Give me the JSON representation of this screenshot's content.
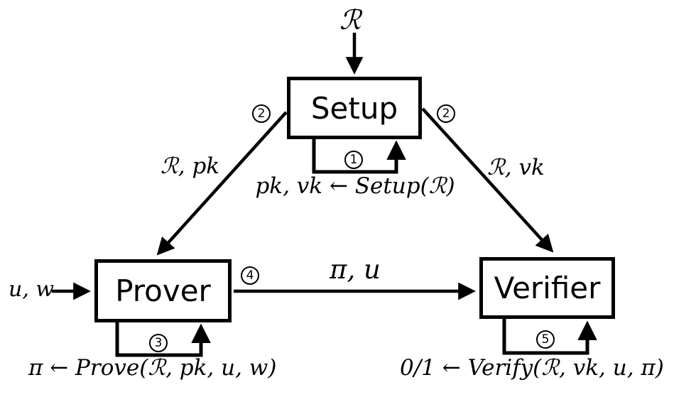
{
  "nodes": {
    "setup": "Setup",
    "prover": "Prover",
    "verifier": "Verifier"
  },
  "labels": {
    "relation_input": "ℛ",
    "setup_to_prover": "ℛ, pk",
    "setup_to_verifier": "ℛ, vk",
    "setup_loop": "pk, vk ← Setup(ℛ)",
    "prover_input": "u, w",
    "prover_to_verifier": "π, u",
    "prover_loop": "π ← Prove(ℛ, pk, u, w)",
    "verifier_loop": "0/1 ← Verify(ℛ, vk, u, π)"
  },
  "steps": {
    "setup_run": "1",
    "distribute_pk": "2",
    "distribute_vk": "2",
    "prove_run": "3",
    "send_proof": "4",
    "verify_run": "5"
  },
  "colors": {
    "ink": "#000000",
    "background": "#ffffff"
  }
}
